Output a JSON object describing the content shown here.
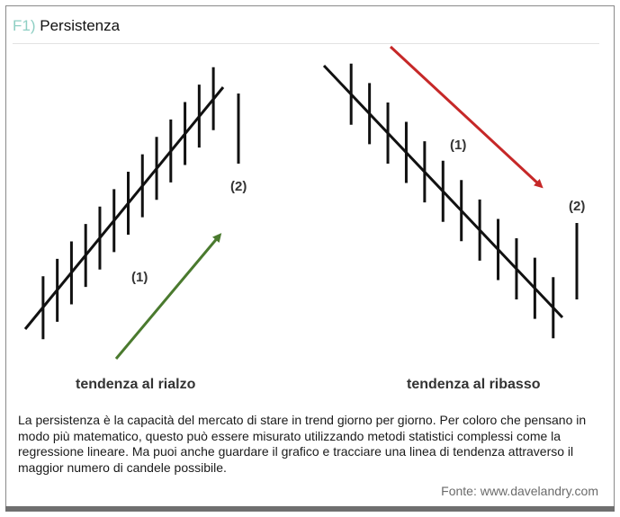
{
  "header": {
    "number": "F1)",
    "title": "Persistenza"
  },
  "diagram": {
    "left": {
      "label": "tendenza al rialzo",
      "marker_1": "(1)",
      "marker_2": "(2)"
    },
    "right": {
      "label": "tendenza al ribasso",
      "marker_1": "(1)",
      "marker_2": "(2)"
    },
    "colors": {
      "up_arrow": "#4a7a2e",
      "down_arrow": "#c62828",
      "bars": "#111111"
    }
  },
  "caption": "La persistenza è la capacità del mercato di stare in trend giorno per giorno. Per coloro che pensano in modo più matematico, questo può essere misurato utilizzando metodi statistici complessi come la regressione lineare. Ma puoi anche guardare il grafico e tracciare una linea di tendenza attraverso il maggior numero di candele possibile.",
  "source": "Fonte: www.davelandry.com"
}
